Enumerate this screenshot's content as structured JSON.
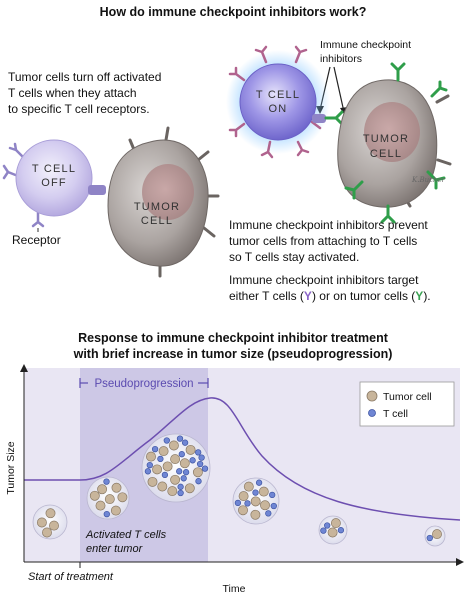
{
  "top": {
    "title": "How do immune checkpoint inhibitors work?",
    "left_text": [
      "Tumor cells turn off activated",
      "T cells when they attach",
      "to specific T cell receptors."
    ],
    "tcell_off_label": [
      "T CELL",
      "OFF"
    ],
    "tumor_cell_label": [
      "TUMOR",
      "CELL"
    ],
    "receptor_label": "Receptor",
    "inhibitors_label": [
      "Immune checkpoint",
      "inhibitors"
    ],
    "tcell_on_label": [
      "T CELL",
      "ON"
    ],
    "tumor_cell2_label": [
      "TUMOR",
      "CELL"
    ],
    "right_text": [
      "Immune checkpoint inhibitors prevent",
      "tumor cells from attaching to T cells",
      "so T cells stay activated."
    ],
    "target_text": {
      "line1": "Immune checkpoint inhibitors target",
      "line2_a": "either T cells (",
      "y_symbol": "Y",
      "line2_b": ") or on tumor cells (",
      "line2_c": ")."
    },
    "signature": "K.Bucher"
  },
  "bottom": {
    "title": [
      "Response to immune checkpoint inhibitor treatment",
      "with brief increase in tumor size (pseudoprogression)"
    ],
    "pseudoprogression_label": "Pseudoprogression",
    "y_axis_label": "Tumor Size",
    "x_axis_label": "Time",
    "start_label": "Start of treatment",
    "activated_label": [
      "Activated T cells",
      "enter tumor"
    ],
    "legend": {
      "tumor_cell": "Tumor cell",
      "t_cell": "T cell"
    }
  },
  "colors": {
    "tcell_purple": "#b9aee6",
    "tcell_on_blue": "#7f78d8",
    "tumor_gray": "#a9a3a1",
    "inhibitor_green": "#2f9e4a",
    "receptor_violet": "#8a63c8",
    "curve": "#6d4fb0",
    "panel_bg": "#e9e6f3",
    "pseudo_band": "#cdc8e6",
    "tumor_dot": "#c8b59b",
    "tcell_dot": "#6f86d4"
  }
}
